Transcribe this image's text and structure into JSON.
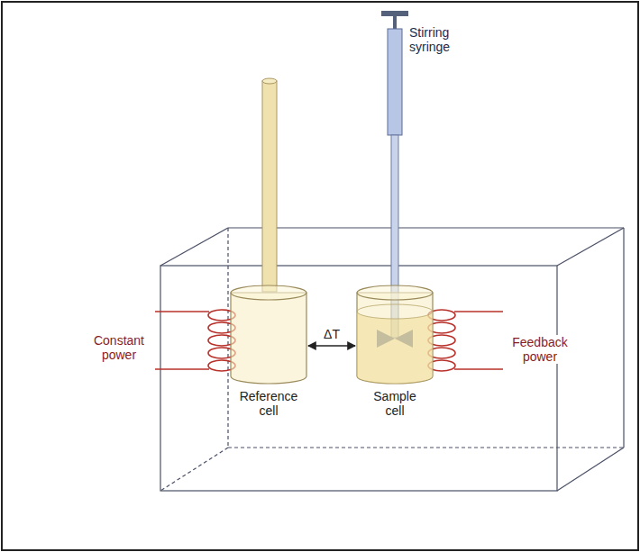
{
  "diagram": {
    "nodes": [
      {
        "text": [
          "Reference cell"
        ]
      },
      {
        "text": [
          "Sample cell"
        ]
      }
    ],
    "edges": [
      {
        "from": 0,
        "to": 1,
        "label": "ΔT",
        "arrow": "both"
      }
    ],
    "labels": [
      "Stirring syringe",
      "Constant power",
      "Feedback power"
    ]
  }
}
